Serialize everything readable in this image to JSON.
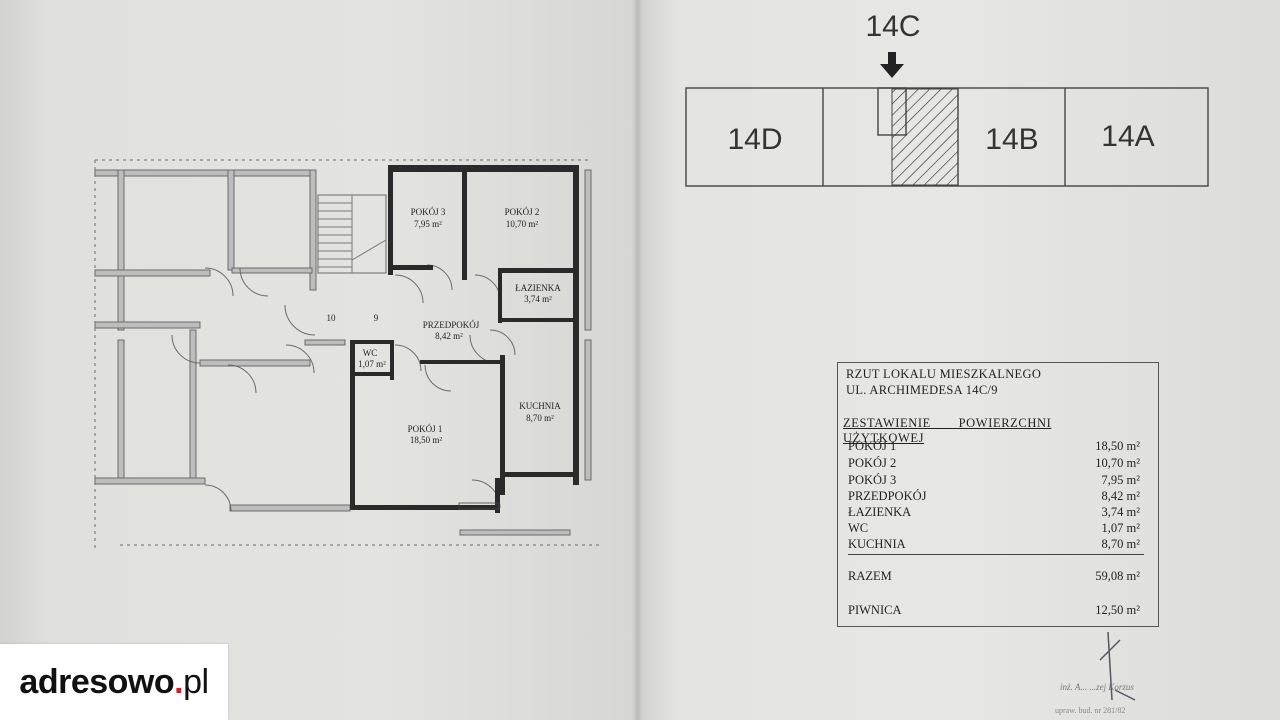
{
  "key_plan": {
    "entrance_label": "14C",
    "segments": [
      "14D",
      "14B",
      "14A"
    ]
  },
  "rooms": {
    "pokoj3": {
      "name": "POKÓJ 3",
      "area": "7,95 m²"
    },
    "pokoj2": {
      "name": "POKÓJ 2",
      "area": "10,70 m²"
    },
    "lazienka": {
      "name": "ŁAZIENKA",
      "area": "3,74 m²"
    },
    "przedpokoj": {
      "name": "PRZEDPOKÓJ",
      "area": "8,42 m²"
    },
    "wc": {
      "name": "WC",
      "area": "1,07 m²"
    },
    "kuchnia": {
      "name": "KUCHNIA",
      "area": "8,70 m²"
    },
    "pokoj1": {
      "name": "POKÓJ 1",
      "area": "18,50 m²"
    },
    "door_10": "10",
    "door_9": "9"
  },
  "legend": {
    "title_line1": "RZUT LOKALU MIESZKALNEGO",
    "title_line2": "UL. ARCHIMEDESA 14C/9",
    "header": "ZESTAWIENIE POWIERZCHNI UŻYTKOWEJ",
    "items": [
      {
        "label": "POKÓJ 1",
        "value": "18,50 m²"
      },
      {
        "label": "POKÓJ 2",
        "value": "10,70 m²"
      },
      {
        "label": "POKÓJ 3",
        "value": "7,95 m²"
      },
      {
        "label": "PRZEDPOKÓJ",
        "value": "8,42 m²"
      },
      {
        "label": "ŁAZIENKA",
        "value": "3,74 m²"
      },
      {
        "label": "WC",
        "value": "1,07 m²"
      },
      {
        "label": "KUCHNIA",
        "value": "8,70 m²"
      }
    ],
    "total_label": "RAZEM",
    "total_value": "59,08 m²",
    "cellar_label": "PIWNICA",
    "cellar_value": "12,50 m²"
  },
  "stamp": {
    "line1": "inż. A... ...zej Korzus",
    "line2": "upraw. bud. nr 281/82"
  },
  "watermark": {
    "brand": "adresowo",
    "dot": ".",
    "tld": "pl"
  }
}
